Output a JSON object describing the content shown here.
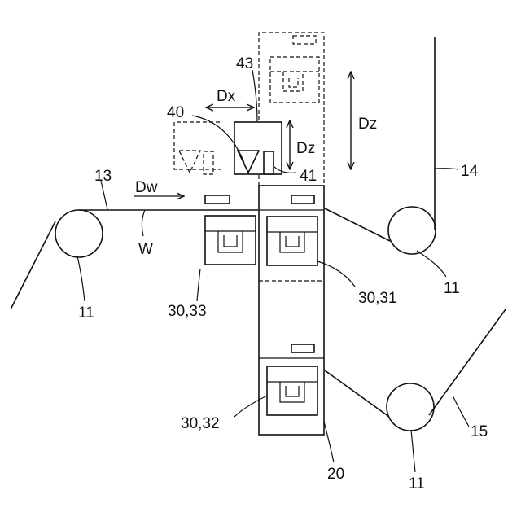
{
  "labels": {
    "label_13": "13",
    "label_14": "14",
    "label_15": "15",
    "label_dw": "Dw",
    "label_w": "W",
    "label_11_left": "11",
    "label_11_right_top": "11",
    "label_11_right_bottom": "11",
    "label_30_33": "30,33",
    "label_30_31": "30,31",
    "label_30_32": "30,32",
    "label_20": "20",
    "label_40": "40",
    "label_41": "41",
    "label_43": "43",
    "label_dx": "Dx",
    "label_dz_small": "Dz",
    "label_dz_large": "Dz"
  }
}
